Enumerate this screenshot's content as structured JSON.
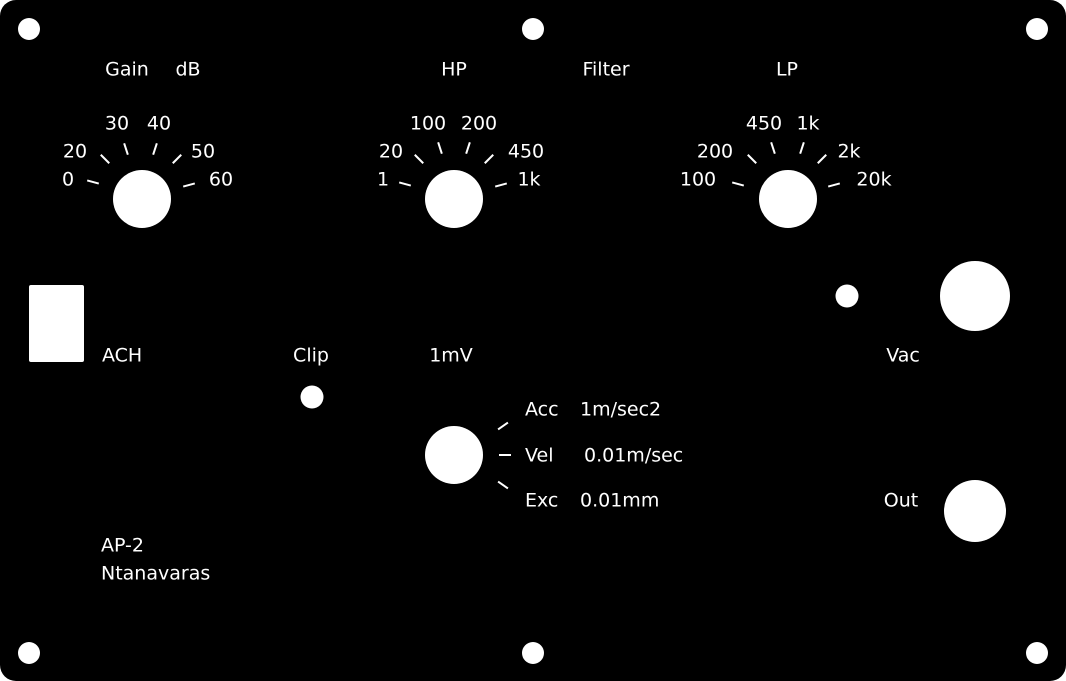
{
  "panel": {
    "gain": {
      "title": "Gain",
      "unit": "dB",
      "scale": [
        "0",
        "20",
        "30",
        "40",
        "50",
        "60"
      ]
    },
    "hp": {
      "title": "HP",
      "scale": [
        "1",
        "20",
        "100",
        "200",
        "450",
        "1k"
      ]
    },
    "filter": {
      "title": "Filter"
    },
    "lp": {
      "title": "LP",
      "scale": [
        "100",
        "200",
        "450",
        "1k",
        "2k",
        "20k"
      ]
    },
    "ach": {
      "label": "ACH"
    },
    "clip": {
      "label": "Clip"
    },
    "sensitivity": {
      "label": "1mV"
    },
    "mode": {
      "options": [
        {
          "name": "Acc",
          "value": "1m/sec2"
        },
        {
          "name": "Vel",
          "value": "0.01m/sec"
        },
        {
          "name": "Exc",
          "value": "0.01mm"
        }
      ]
    },
    "vac": {
      "label": "Vac"
    },
    "out": {
      "label": "Out"
    },
    "maker": {
      "model": "AP-2",
      "name": "Ntanavaras"
    }
  },
  "colors": {
    "panel": "#000000",
    "marking": "#ffffff"
  }
}
